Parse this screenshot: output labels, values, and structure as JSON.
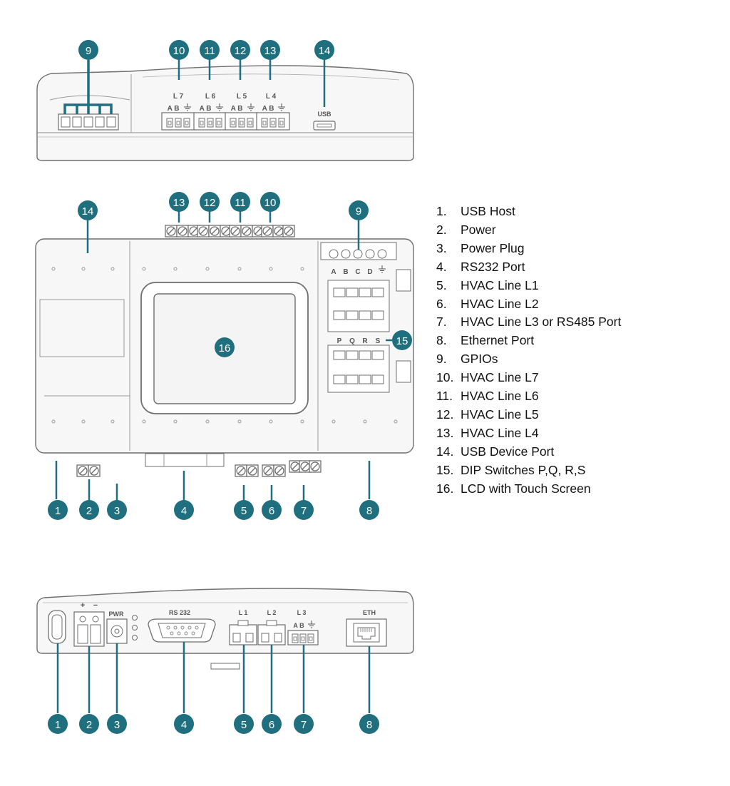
{
  "colors": {
    "callout": "#1f6f7e",
    "outline": "#6f6f6f",
    "body_fill": "#f7f7f7",
    "text": "#111111"
  },
  "callouts": {
    "top_view": [
      "9",
      "10",
      "11",
      "12",
      "13",
      "14"
    ],
    "front_view": [
      "14",
      "13",
      "12",
      "11",
      "10",
      "9",
      "16",
      "15",
      "1",
      "2",
      "3",
      "4",
      "5",
      "6",
      "7",
      "8"
    ],
    "bottom_view": [
      "1",
      "2",
      "3",
      "4",
      "5",
      "6",
      "7",
      "8"
    ]
  },
  "device_labels": {
    "top": {
      "l7": "L 7",
      "l6": "L 6",
      "l5": "L 5",
      "l4": "L 4",
      "usb": "USB",
      "ab": "A B"
    },
    "front": {
      "a": "A",
      "b": "B",
      "c": "C",
      "d": "D",
      "p": "P",
      "q": "Q",
      "r": "R",
      "s": "S"
    },
    "bottom": {
      "plus": "+",
      "minus": "−",
      "pwr": "PWR",
      "rs232": "RS 232",
      "l1": "L 1",
      "l2": "L 2",
      "l3": "L 3",
      "ab": "A B",
      "eth": "ETH"
    }
  },
  "legend": [
    {
      "num": "1.",
      "text": "USB Host"
    },
    {
      "num": "2.",
      "text": "Power"
    },
    {
      "num": "3.",
      "text": "Power Plug"
    },
    {
      "num": "4.",
      "text": "RS232 Port"
    },
    {
      "num": "5.",
      "text": "HVAC Line L1"
    },
    {
      "num": "6.",
      "text": "HVAC Line L2"
    },
    {
      "num": "7.",
      "text": "HVAC Line L3 or RS485 Port"
    },
    {
      "num": "8.",
      "text": "Ethernet Port"
    },
    {
      "num": "9.",
      "text": "GPIOs"
    },
    {
      "num": "10.",
      "text": "HVAC Line L7"
    },
    {
      "num": "11.",
      "text": "HVAC Line L6"
    },
    {
      "num": "12.",
      "text": "HVAC Line L5"
    },
    {
      "num": "13.",
      "text": "HVAC Line L4"
    },
    {
      "num": "14.",
      "text": "USB Device Port"
    },
    {
      "num": "15.",
      "text": "DIP Switches P,Q, R,S"
    },
    {
      "num": "16.",
      "text": "LCD with Touch Screen"
    }
  ]
}
